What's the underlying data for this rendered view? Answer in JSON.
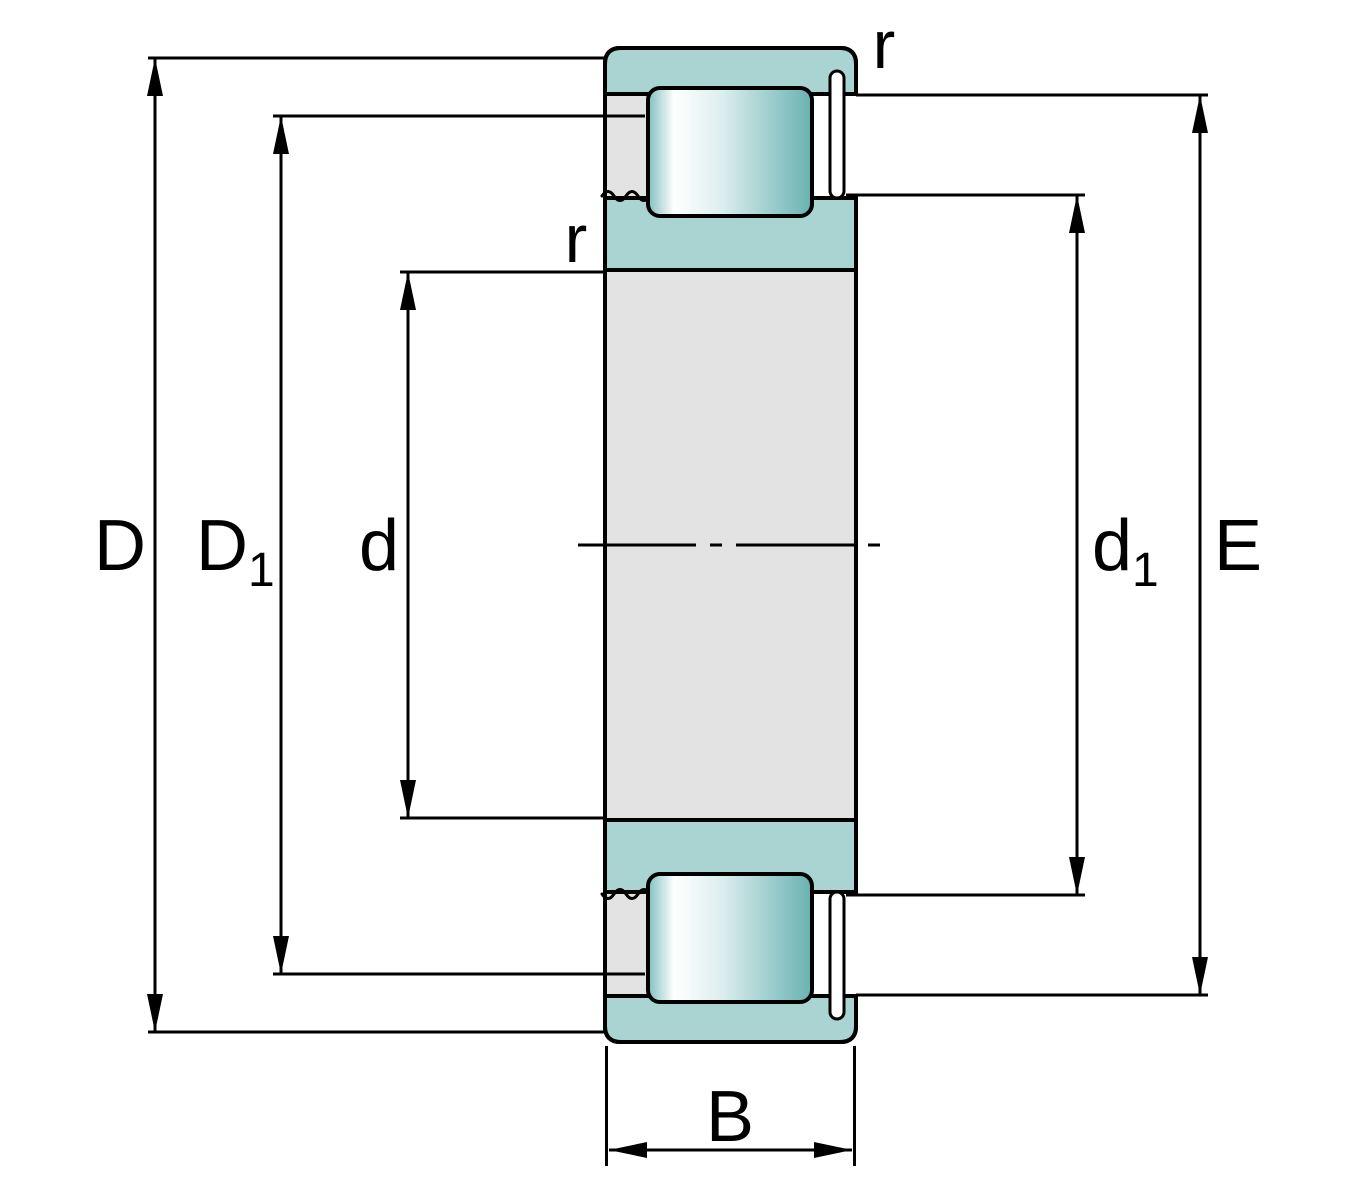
{
  "labels": {
    "outer_diameter": "D",
    "recess_diameter_base": "D",
    "recess_diameter_sub": "1",
    "bore_diameter": "d",
    "flange_diameter_base": "d",
    "flange_diameter_sub": "1",
    "raceway_diameter": "E",
    "width": "B",
    "chamfer_outer": "r",
    "chamfer_inner": "r"
  },
  "colors": {
    "ring_fill": "#a9d4d2",
    "section_fill": "#e3e3e3",
    "pocket_fill": "#ffffff",
    "roller_edge_left": "#7fbfbe",
    "roller_highlight": "#ffffff",
    "roller_mid": "#ddeeee",
    "roller_edge_right": "#68b2b1",
    "outline": "#000000",
    "background": "#ffffff"
  }
}
